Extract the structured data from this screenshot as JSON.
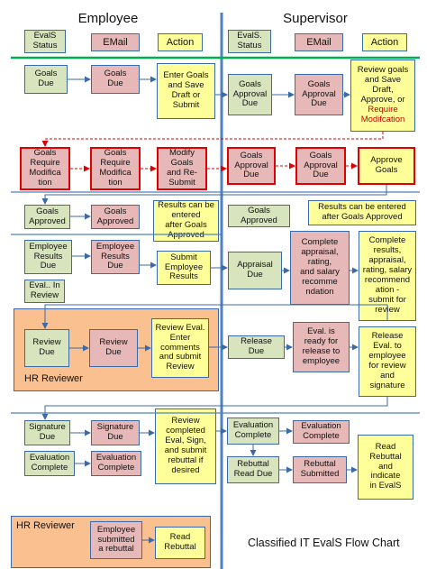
{
  "headers": {
    "employee": "Employee",
    "supervisor": "Supervisor"
  },
  "legend": {
    "emp_status": "EvalS\nStatus",
    "emp_email": "EMail",
    "emp_action": "Action",
    "sup_status": "EvalS.\nStatus",
    "sup_email": "EMail",
    "sup_action": "Action"
  },
  "row_goals": {
    "emp_status": "Goals\nDue",
    "emp_email": "Goals\nDue",
    "emp_action": "Enter Goals\nand Save\nDraft or\nSubmit",
    "sup_status": "Goals\nApproval\nDue",
    "sup_email": "Goals\nApproval\nDue",
    "sup_action_main": "Review goals\nand Save\nDraft,\nApprove, or",
    "sup_action_red": "Require\nModifcation"
  },
  "row_modify": {
    "emp_status": "Goals\nRequire\nModifica\ntion",
    "emp_email": "Goals\nRequire\nModifica\ntion",
    "emp_action": "Modify\nGoals\nand Re-\nSubmit",
    "sup_status": "Goals\nApproval\nDue",
    "sup_email": "Goals\nApproval\nDue",
    "sup_action": "Approve\nGoals"
  },
  "row_approved": {
    "emp_status": "Goals\nApproved",
    "emp_email": "Goals\nApproved",
    "emp_action": "Results can be\nentered\nafter Goals\nApproved",
    "sup_status": "Goals\nApproved",
    "sup_action": "Results can be entered\nafter Goals Approved"
  },
  "row_results": {
    "emp_status": "Employee\nResults\nDue",
    "emp_email": "Employee\nResults\nDue",
    "emp_action": "Submit\nEmployee\nResults",
    "emp_review": "Eval.. In\nReview",
    "sup_status": "Appraisal\nDue",
    "sup_email": "Complete\nappraisal,\nrating,\nand salary\nrecomme\nndation",
    "sup_action": "Complete\nresults,\nappraisal,\nrating, salary\nrecommend\nation - \nsubmit for\nreview"
  },
  "row_review": {
    "emp_status": "Review\nDue",
    "emp_email": "Review\nDue",
    "emp_action": "Review Eval.\nEnter\ncomments\nand submit\nReview",
    "panel_title": "HR Reviewer",
    "sup_status": "Release\nDue",
    "sup_email": "Eval. is\nready for\nrelease to\nemployee",
    "sup_action": "Release\nEval. to\nemployee\nfor review\nand\nsignature"
  },
  "row_signature": {
    "emp_status": "Signature\nDue",
    "emp_email": "Signature\nDue",
    "emp_status2": "Evaluation\nComplete",
    "emp_email2": "Evaluation\nComplete",
    "emp_action": "Review\ncompleted\nEval, Sign,\nand submit\nrebuttal if\ndesired",
    "sup_status": "Evaluation\nComplete",
    "sup_email": "Evaluation\nComplete",
    "sup_status2": "Rebuttal\nRead Due",
    "sup_email2": "Rebuttal\nSubmitted",
    "sup_action": "Read\nRebuttal\nand\nindicate\nin EvalS"
  },
  "row_rebuttal": {
    "panel_title": "HR Reviewer",
    "emp_email": "Employee\nsubmitted\na rebuttal",
    "emp_action": "Read\nRebuttal"
  },
  "footer": {
    "title": "Classified IT EvalS Flow Chart"
  },
  "colors": {
    "status": "#d7e4bd",
    "email": "#e6b8b7",
    "action": "#ffff99",
    "panel": "#fac090",
    "divider": "#4f81bd",
    "green_line": "#00b050",
    "red": "#e00000"
  }
}
